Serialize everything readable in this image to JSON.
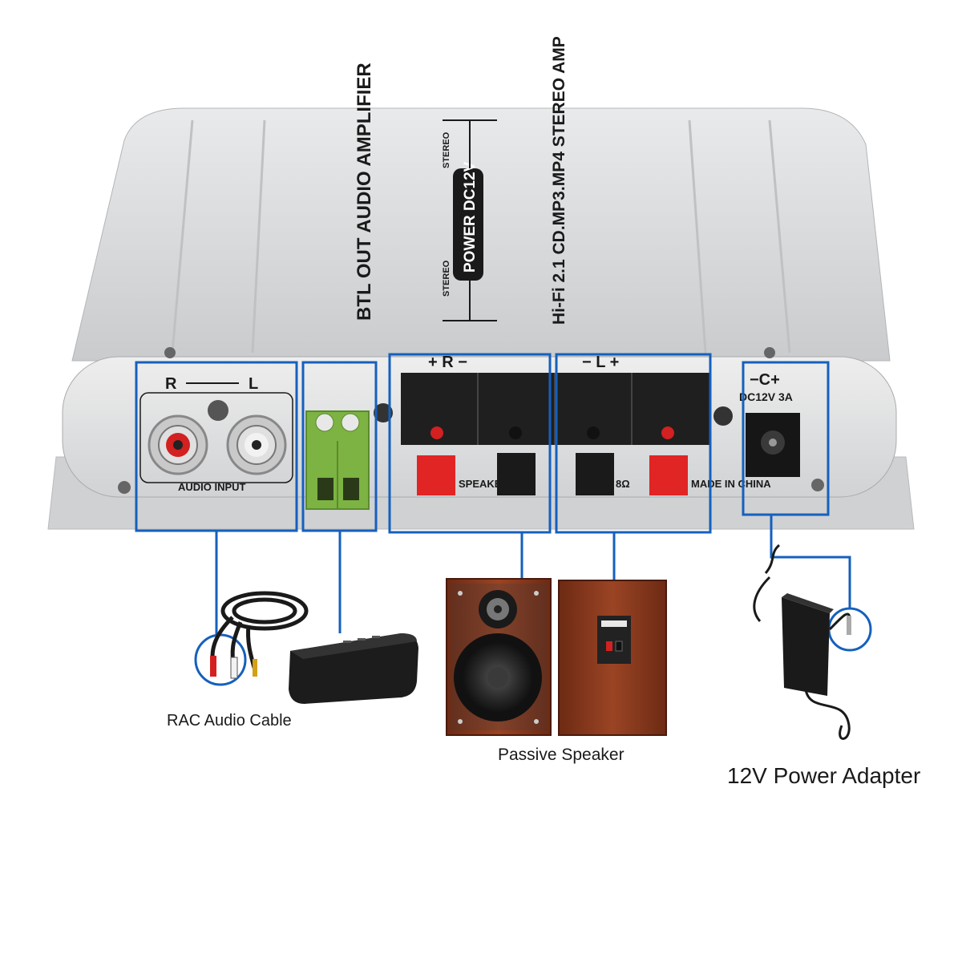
{
  "amplifier": {
    "top_title": "BTL OUT AUDIO AMPLIFIER",
    "power_label": "POWER DC12V",
    "stereo_left": "STEREO",
    "stereo_right": "STEREO",
    "hifi_label": "Hi-Fi 2.1 CD.MP3.MP4 STEREO AMP",
    "input_r": "R",
    "input_l": "L",
    "audio_input": "AUDIO INPUT",
    "speaker_r_label": "+   R   −",
    "speaker_l_label": "−   L   +",
    "speaker_text": "SPEAKER",
    "ohm_text": "8Ω",
    "made_in": "MADE IN CHINA",
    "dc_label": "DC12V 3A",
    "dc_symbol": "−C+"
  },
  "captions": {
    "cable": "RAC Audio Cable",
    "speaker": "Passive Speaker",
    "adapter": "12V Power Adapter"
  },
  "colors": {
    "highlight": "#1560bd",
    "amp_body": "#d9dbdd",
    "terminal_green": "#7cb342",
    "speaker_wood": "#8b3a1f"
  }
}
